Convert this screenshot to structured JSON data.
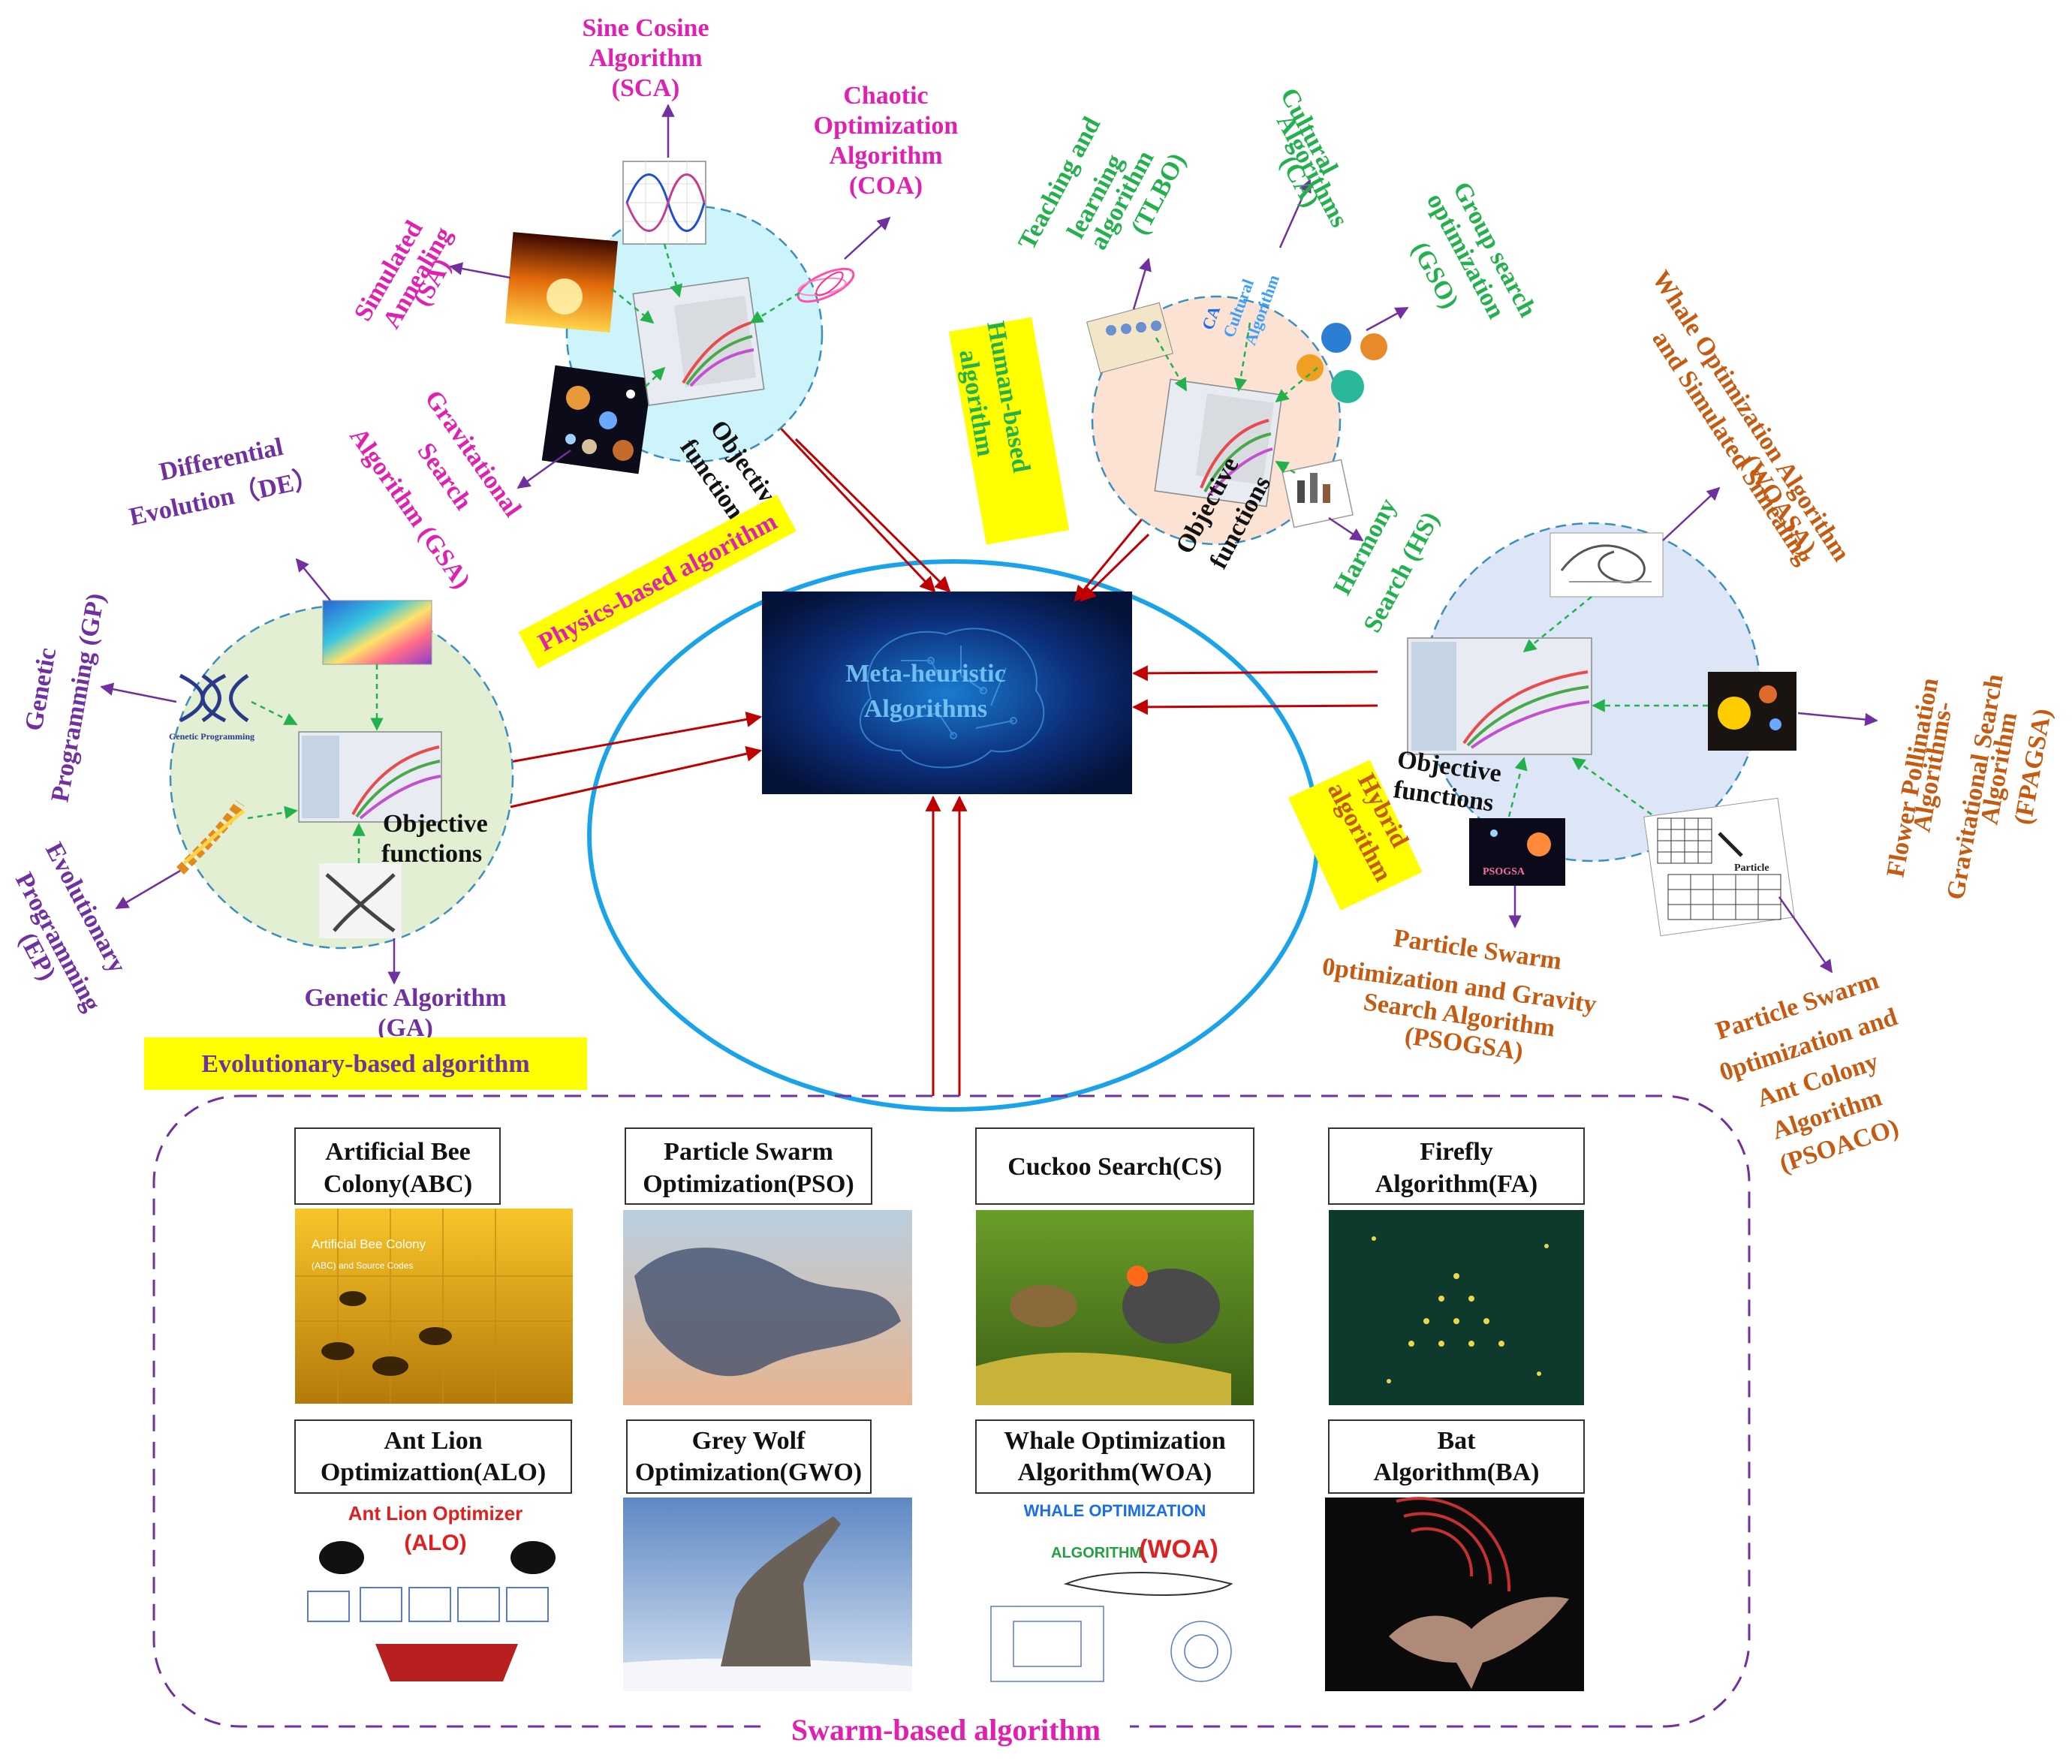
{
  "center": {
    "line1": "Meta-heuristic",
    "line2": "Algorithms"
  },
  "objective": {
    "line1": "Objective",
    "line2": "functions"
  },
  "categories": {
    "physics": "Physics-based algorithm",
    "human_l1": "Human-based",
    "human_l2": "algorithm",
    "evolutionary": "Evolutionary-based algorithm",
    "hybrid_l1": "Hybrid",
    "hybrid_l2": "algorithm",
    "swarm": "Swarm-based algorithm"
  },
  "physics_algorithms": {
    "sca": [
      "Sine Cosine",
      "Algorithm",
      "(SCA)"
    ],
    "coa": [
      "Chaotic",
      "Optimization",
      "Algorithm",
      "(COA)"
    ],
    "sa": [
      "Simulated",
      "Annealing",
      "(SA)"
    ],
    "gsa": [
      "Gravitational",
      "Search",
      "Algorithm (GSA)"
    ]
  },
  "human_algorithms": {
    "tlbo": [
      "Teaching and",
      "learning",
      "algorithm",
      "(TLBO)"
    ],
    "ca": [
      "Cultural",
      "Algorithms",
      "(CA)"
    ],
    "gso": [
      "Group search",
      "optimization",
      "(GSO)"
    ],
    "hs": [
      "Harmony",
      "Search (HS)"
    ]
  },
  "evolutionary_algorithms": {
    "de": [
      "Differential",
      "Evolution（DE）"
    ],
    "gp": [
      "Genetic",
      "Programming (GP)"
    ],
    "ep": [
      "Evolutionary",
      "Programming",
      "(EP)"
    ],
    "ga": [
      "Genetic Algorithm",
      "(GA)"
    ]
  },
  "hybrid_algorithms": {
    "woasa": [
      "Whale Optimization Algorithm",
      "and Simulated Snnealing",
      "(WOASA)"
    ],
    "fpagsa": [
      "Flower Pollination",
      "Algorithms-",
      "Gravitational Search",
      "Algorithm",
      "(FPAGSA)"
    ],
    "psogsa": [
      "Particle Swarm",
      "0ptimization and Gravity",
      "Search Algorithm",
      "(PSOGSA)"
    ],
    "psoaco": [
      "Particle Swarm",
      "0ptimization and",
      "Ant Colony",
      "Algorithm",
      "(PSOACO)"
    ]
  },
  "swarm_cards": [
    {
      "l1": "Artificial Bee",
      "l2": "Colony(ABC)",
      "img_l1": "Artificial Bee Colony",
      "img_l2": "(ABC) and Source Codes"
    },
    {
      "l1": "Particle Swarm",
      "l2": "Optimization(PSO)"
    },
    {
      "l1": "Cuckoo Search(CS)",
      "l2": ""
    },
    {
      "l1": "Firefly",
      "l2": "Algorithm(FA)"
    },
    {
      "l1": "Ant Lion",
      "l2": "Optimizattion(ALO)",
      "img_l1": "Ant Lion Optimizer",
      "img_l2": "(ALO)"
    },
    {
      "l1": "Grey Wolf",
      "l2": "Optimization(GWO)"
    },
    {
      "l1": "Whale Optimization",
      "l2": "Algorithm(WOA)",
      "img_l1": "WHALE OPTIMIZATION",
      "img_l2": "ALGORITHM",
      "img_l3": "(WOA)"
    },
    {
      "l1": "Bat",
      "l2": "Algorithm(BA)"
    }
  ],
  "thumb_text": {
    "ca_l1": "CA",
    "ca_l2": "Cultural",
    "ca_l3": "Algorithm",
    "psogsa": "PSOGSA",
    "particle": "Particle"
  },
  "colors": {
    "physics": "#e020b0",
    "human": "#22b14c",
    "evolutionary": "#7030a0",
    "hybrid": "#c55a11",
    "yellow": "#ffff00",
    "red_arrow": "#c00000",
    "ellipse": "#1aa3e8",
    "swarm_border": "#7030a0"
  }
}
